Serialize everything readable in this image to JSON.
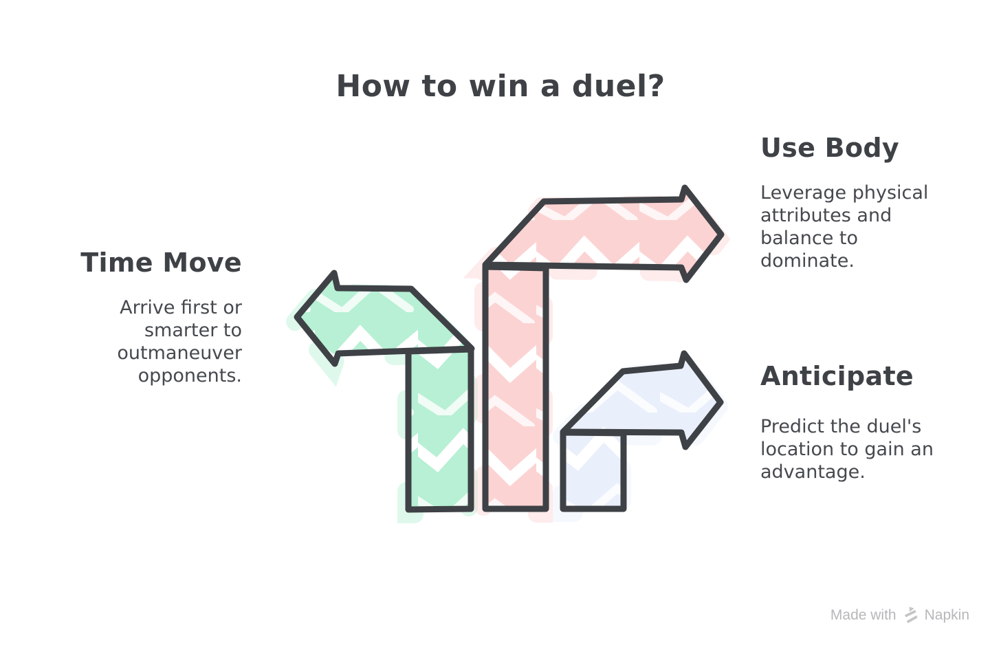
{
  "title": "How to win a duel?",
  "items": [
    {
      "id": "time-move",
      "heading": "Time Move",
      "body": "Arrive first or\nsmarter to\noutmaneuver\nopponents.",
      "arrow_icon": "left-bent-arrow-icon",
      "arrow_color": "#b7f0d4",
      "arrow_direction": "left"
    },
    {
      "id": "use-body",
      "heading": "Use Body",
      "body": "Leverage physical\nattributes and\nbalance to\ndominate.",
      "arrow_icon": "right-bent-arrow-icon",
      "arrow_color": "#fcd3d3",
      "arrow_direction": "right"
    },
    {
      "id": "anticipate",
      "heading": "Anticipate",
      "body": "Predict the duel's\nlocation to gain an\nadvantage.",
      "arrow_icon": "right-bent-arrow-icon",
      "arrow_color": "#e9effb",
      "arrow_direction": "right"
    }
  ],
  "colors": {
    "outline": "#3e4145",
    "green": "#b7f0d4",
    "pink": "#fcd3d3",
    "blue": "#e9effb",
    "heading_text": "#3e4145",
    "body_text": "#45494e",
    "watermark_text": "#b5b7b9",
    "logo_gray": "#c3c5c7",
    "background": "#ffffff"
  },
  "watermark": {
    "prefix": "Made with",
    "brand": "Napkin",
    "logo_icon": "napkin-logo-icon"
  }
}
